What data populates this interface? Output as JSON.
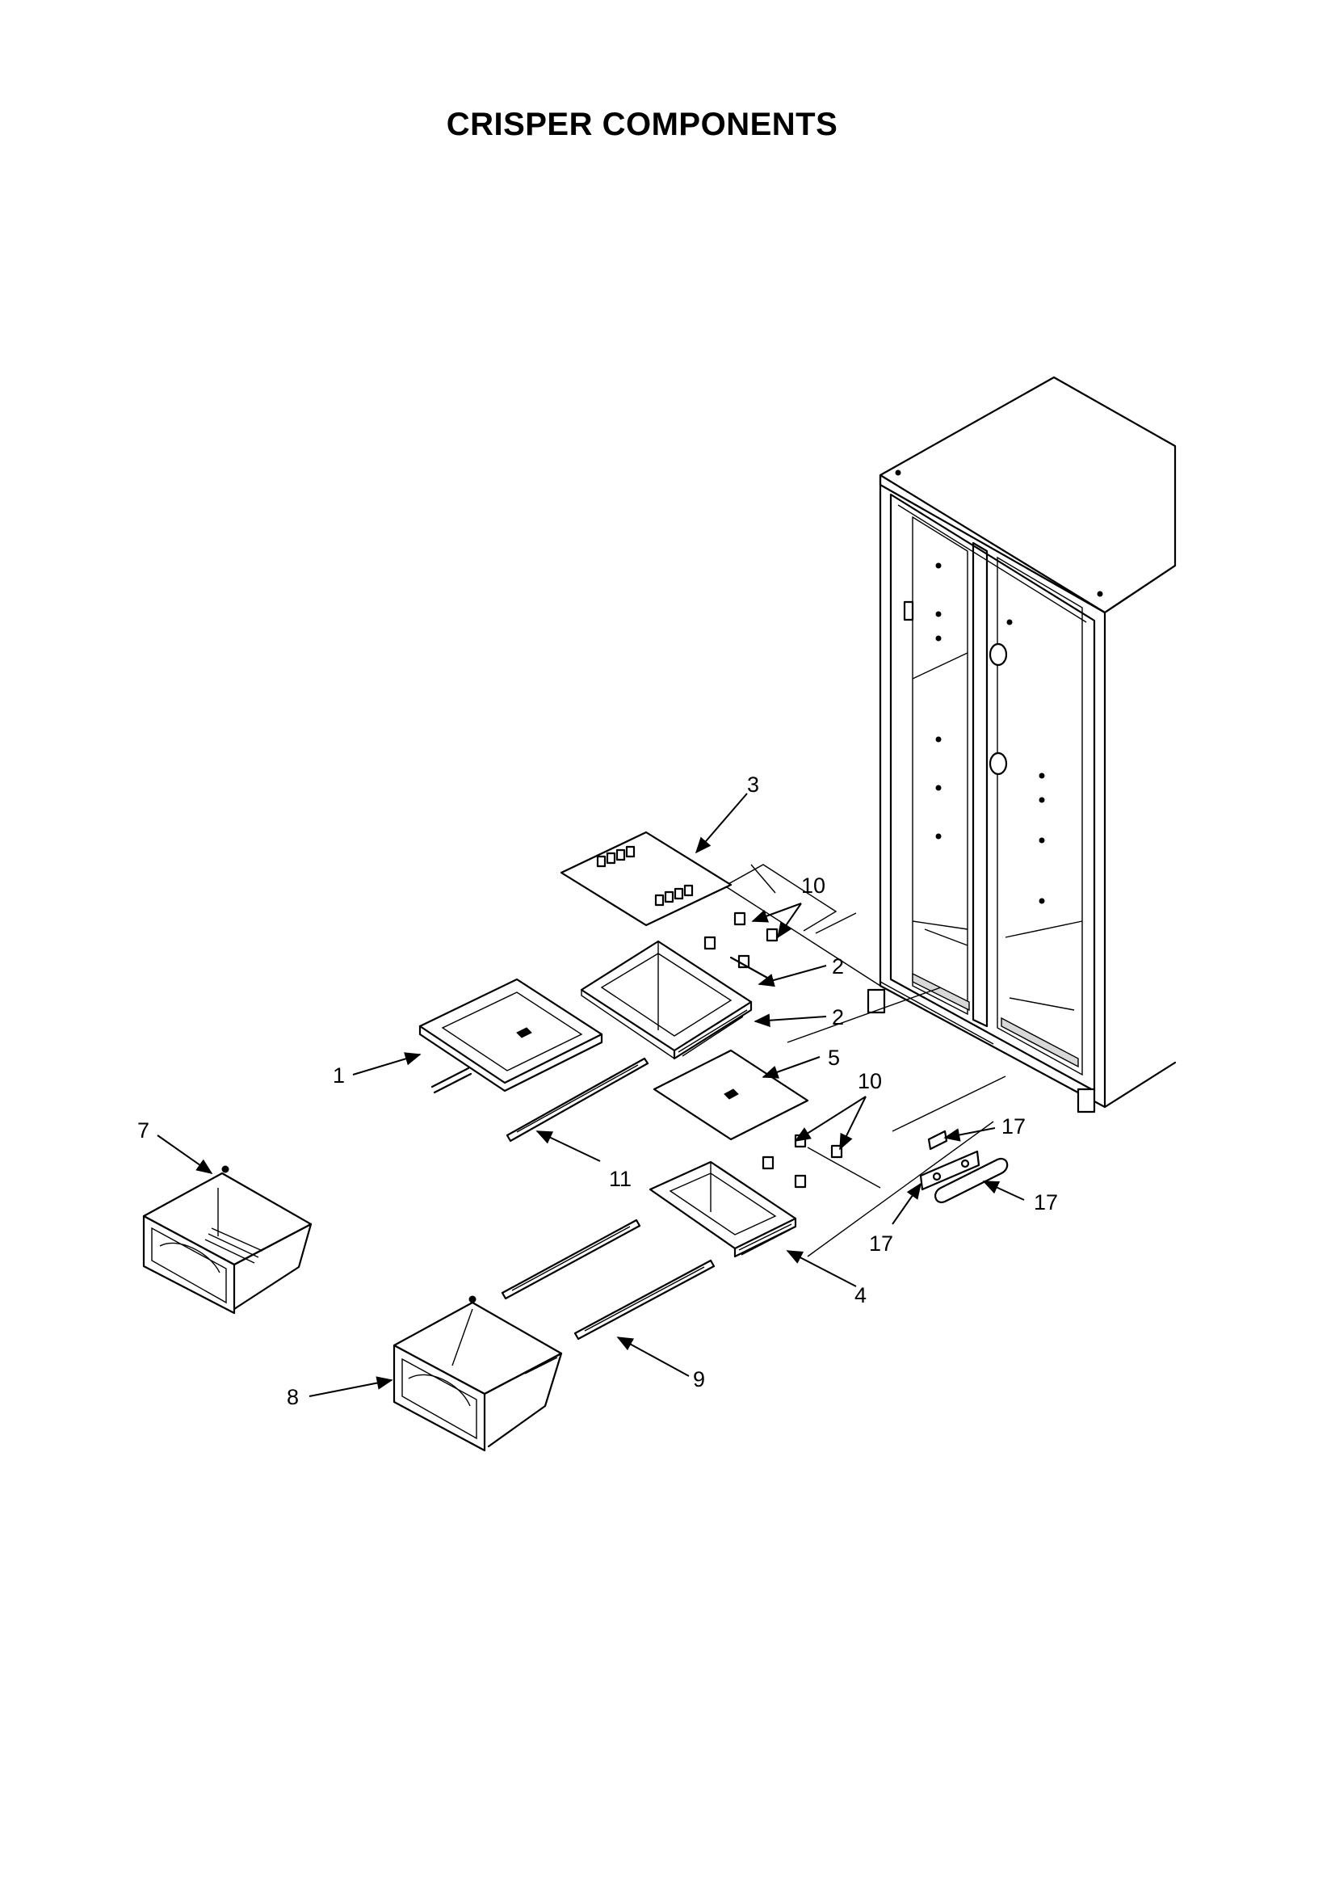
{
  "title": "CRISPER COMPONENTS",
  "callouts": [
    "1",
    "2",
    "2",
    "3",
    "4",
    "5",
    "7",
    "8",
    "9",
    "10",
    "10",
    "11",
    "17",
    "17",
    "17"
  ]
}
